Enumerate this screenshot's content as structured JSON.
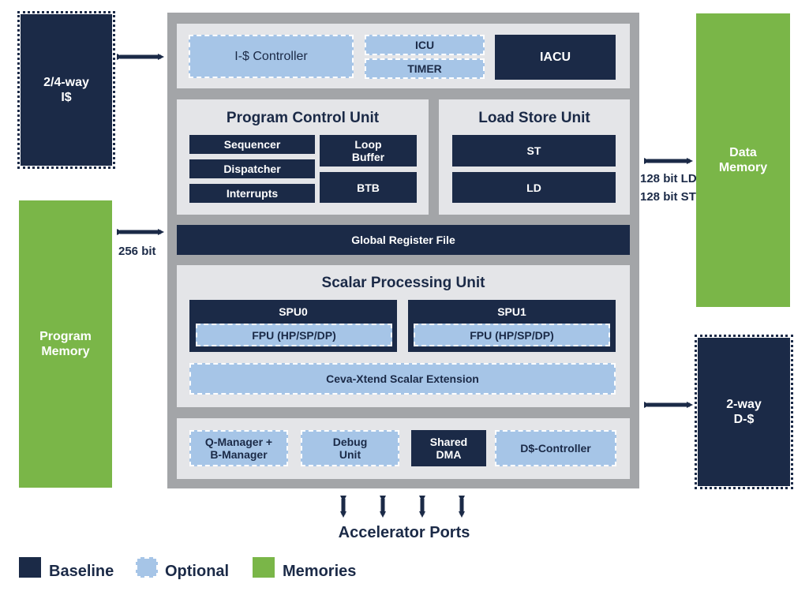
{
  "external": {
    "icache": "2/4-way\nI$",
    "program_memory": "Program\nMemory",
    "data_memory": "Data\nMemory",
    "dcache": "2-way\nD-$",
    "bus_256": "256 bit",
    "bus_128_ld": "128 bit LD",
    "bus_128_st": "128 bit ST",
    "accelerator_ports": "Accelerator Ports"
  },
  "top_row": {
    "icache_controller": "I-$ Controller",
    "icu": "ICU",
    "timer": "TIMER",
    "iacu": "IACU"
  },
  "pcu": {
    "title": "Program Control Unit",
    "sequencer": "Sequencer",
    "dispatcher": "Dispatcher",
    "interrupts": "Interrupts",
    "loop_buffer": "Loop\nBuffer",
    "btb": "BTB"
  },
  "lsu": {
    "title": "Load Store Unit",
    "st": "ST",
    "ld": "LD"
  },
  "grf": "Global Register File",
  "spu": {
    "title": "Scalar Processing Unit",
    "spu0": "SPU0",
    "spu1": "SPU1",
    "fpu0": "FPU (HP/SP/DP)",
    "fpu1": "FPU (HP/SP/DP)",
    "extension": "Ceva-Xtend Scalar Extension"
  },
  "bottom_row": {
    "q_manager": "Q-Manager +\nB-Manager",
    "debug": "Debug\nUnit",
    "shared_dma": "Shared\nDMA",
    "dcache_controller": "D$-Controller"
  },
  "legend": {
    "baseline": "Baseline",
    "optional": "Optional",
    "memories": "Memories"
  },
  "colors": {
    "baseline": "#1b2a47",
    "optional": "#a6c5e7",
    "memories": "#7ab648",
    "core_frame": "#a3a5a8",
    "panel": "#e4e5e8"
  }
}
